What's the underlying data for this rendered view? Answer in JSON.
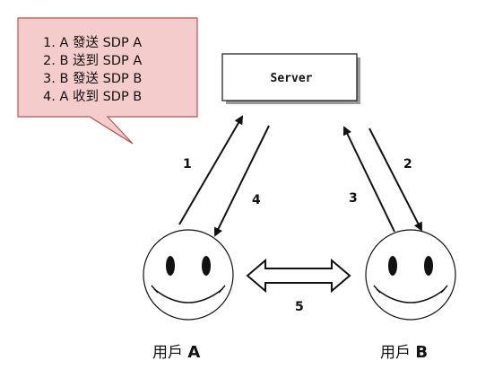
{
  "callout": {
    "lines": [
      "1. A 發送 SDP A",
      "2. B 送到 SDP A",
      "3. B 發送 SDP B",
      "4. A 收到 SDP B"
    ],
    "fill": "#f5cccc",
    "stroke": "#b85450"
  },
  "server": {
    "label": "Server"
  },
  "steps": {
    "s1": "1",
    "s2": "2",
    "s3": "3",
    "s4": "4",
    "s5": "5"
  },
  "users": {
    "a": {
      "prefix": "用戶",
      "name": "A"
    },
    "b": {
      "prefix": "用戶",
      "name": "B"
    }
  }
}
